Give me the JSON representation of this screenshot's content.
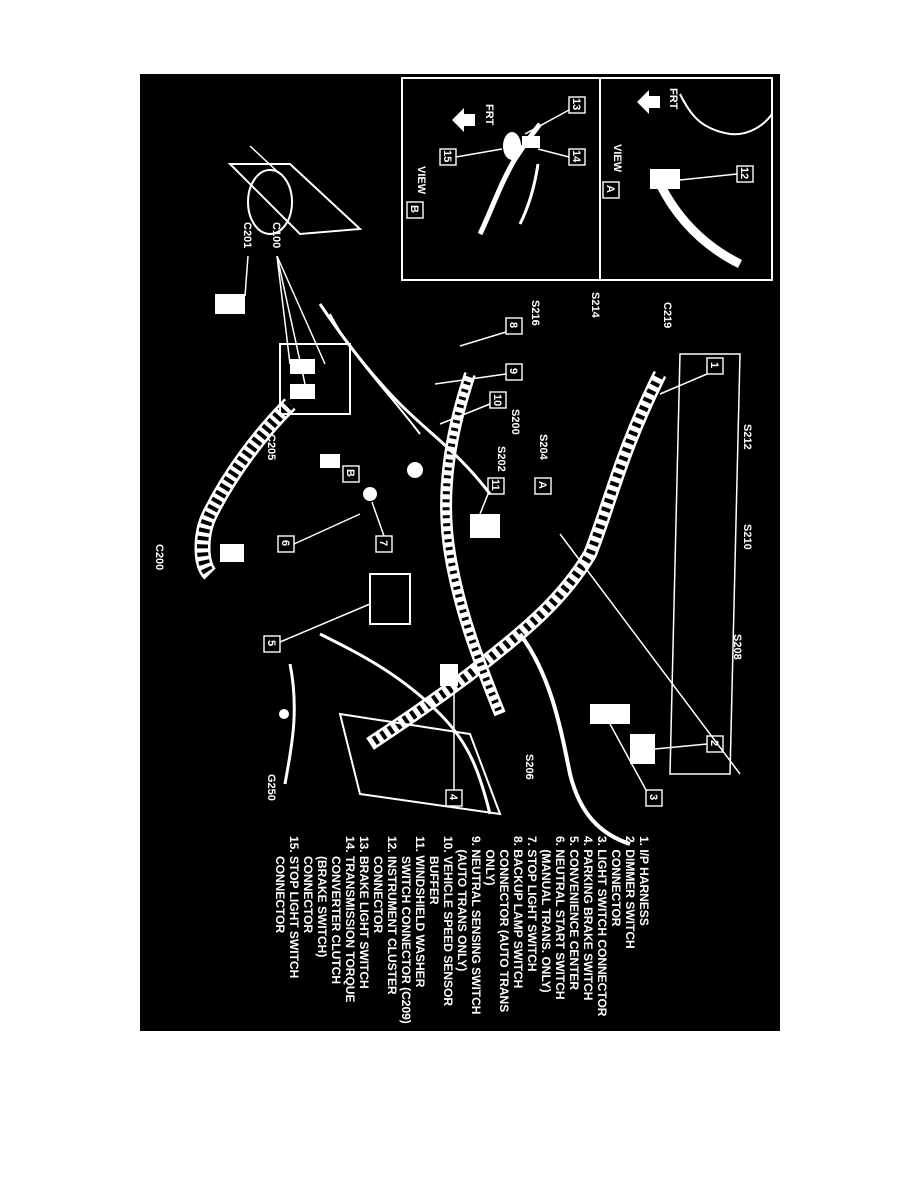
{
  "view_b": {
    "title": "VIEW",
    "letter": "B",
    "frt": "FRT",
    "callouts": [
      "13",
      "14",
      "15"
    ]
  },
  "view_a": {
    "title": "VIEW",
    "letter": "A",
    "frt": "FRT",
    "callouts": [
      "12"
    ]
  },
  "connectors": {
    "c201": "C201",
    "c100": "C100",
    "c219": "C219",
    "c205": "C205",
    "c200": "C200",
    "g250": "G250"
  },
  "splices": {
    "s214": "S214",
    "s216": "S216",
    "s212": "S212",
    "s200": "S200",
    "s204": "S204",
    "s202": "S202",
    "s210": "S210",
    "s208": "S208",
    "s206": "S206"
  },
  "view_markers": {
    "a": "A",
    "b": "B"
  },
  "callouts": [
    "1",
    "2",
    "3",
    "4",
    "5",
    "6",
    "7",
    "8",
    "9",
    "10",
    "11"
  ],
  "legend": [
    "1. I/P HARNESS",
    "2. DIMMER SWITCH",
    "    CONNECTOR",
    "3. LIGHT SWITCH CONNECTOR",
    "4. PARKING BRAKE SWITCH",
    "5. CONVENIENCE CENTER",
    "6. NEUTRAL START SWITCH",
    "    (MANUAL TRANS. ONLY)",
    "7. STOP LIGHT SWITCH",
    "8. BACKUP LAMP SWITCH",
    "    CONNECTOR (AUTO TRANS",
    "    ONLY)",
    "9. NEUTRAL SENSING SWITCH",
    "    (AUTO TRANS ONLY)",
    "10. VEHICLE SPEED SENSOR",
    "      BUFFER",
    "11. WINDSHIELD WASHER",
    "      SWITCH CONNECTOR (C209)",
    "12. INSTRUMENT CLUSTER",
    "      CONNECTOR",
    "13. BRAKE LIGHT SWITCH",
    "14. TRANSMISSION TORQUE",
    "      CONVERTER CLUTCH",
    "      (BRAKE SWITCH)",
    "      CONNECTOR",
    "15. STOP LIGHT SWITCH",
    "      CONNECTOR"
  ]
}
